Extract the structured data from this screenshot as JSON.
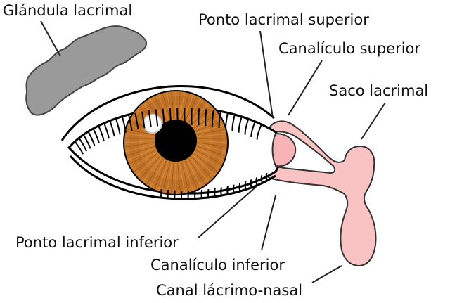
{
  "labels": {
    "glandula_lacrimal": "Glándula lacrimal",
    "ponto_lacrimal_superior": "Ponto lacrimal superior",
    "canaliculo_superior": "Canalículo superior",
    "saco_lacrimal": "Saco lacrimal",
    "ponto_lacrimal_inferior": "Ponto lacrimal inferior",
    "canaliculo_inferior": "Canalículo inferior",
    "canal_lacrimo_nasal": "Canal lácrimo-nasal"
  },
  "colors": {
    "iris": "#c8782a",
    "iris_dark": "#8a4a14",
    "pupil": "#000000",
    "sclera": "#ffffff",
    "gland": "#9a9a9a",
    "duct": "#f9c3c4",
    "duct_outline": "#333333",
    "caruncle": "#f7b3b6",
    "lashes": "#000000"
  }
}
